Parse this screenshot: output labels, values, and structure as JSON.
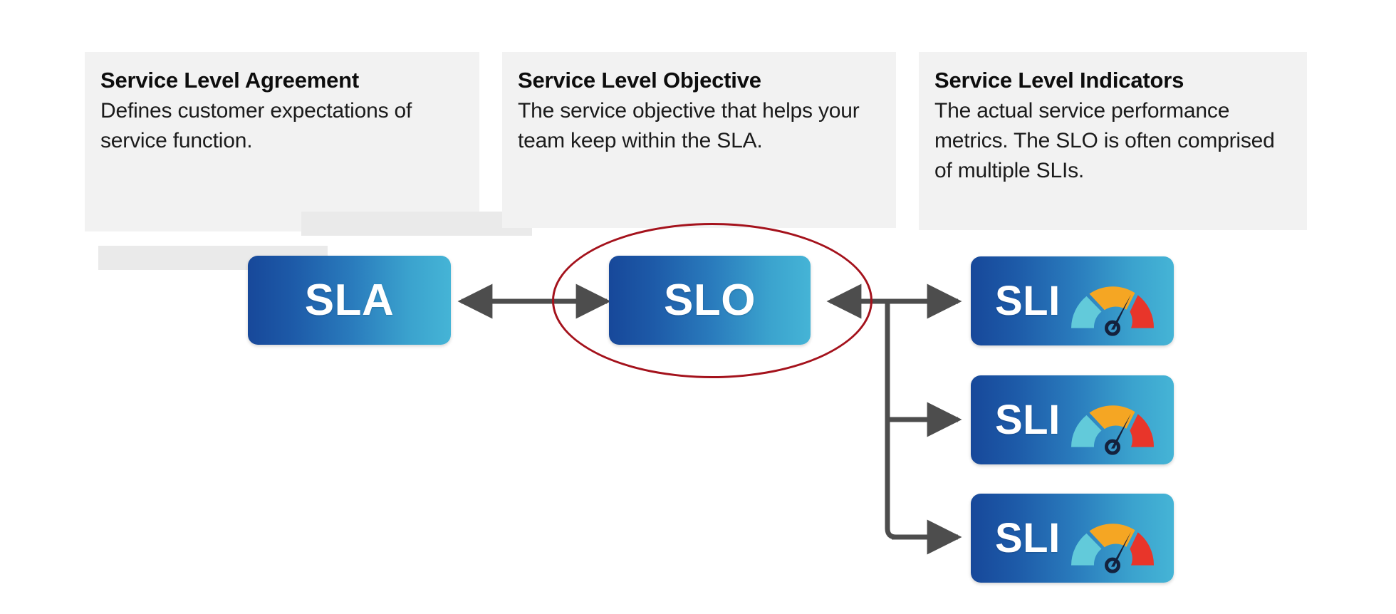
{
  "page": {
    "background": "#ffffff",
    "title": "SLA SLO SLI relationship diagram"
  },
  "colors": {
    "card_bg": "#f2f2f2",
    "redact_bg": "#eaeaea",
    "node_gradient_start": "#17489a",
    "node_gradient_end": "#45b4d6",
    "node_text": "#ffffff",
    "connector": "#4d4d4d",
    "highlight_ellipse": "#a4121c",
    "gauge_low": "#62cada",
    "gauge_mid": "#f5a623",
    "gauge_high": "#e8352a",
    "gauge_needle": "#14213d"
  },
  "cards": [
    {
      "id": "sla",
      "title": "Service Level Agreement",
      "body": "Defines customer expectations of service function.",
      "has_redactions": true
    },
    {
      "id": "slo",
      "title": "Service Level Objective",
      "body": "The service objective that helps your team keep within the SLA.",
      "has_redactions": false
    },
    {
      "id": "sli",
      "title": "Service Level Indicators",
      "body": "The actual service performance metrics. The SLO is often comprised of multiple SLIs.",
      "has_redactions": false
    }
  ],
  "nodes": {
    "sla": {
      "label": "SLA"
    },
    "slo": {
      "label": "SLO"
    },
    "sli_1": {
      "label": "SLI",
      "icon": "gauge-icon"
    },
    "sli_2": {
      "label": "SLI",
      "icon": "gauge-icon"
    },
    "sli_3": {
      "label": "SLI",
      "icon": "gauge-icon"
    }
  },
  "connectors": [
    {
      "id": "sla-slo",
      "kind": "double-arrow",
      "from": "sla",
      "to": "slo"
    },
    {
      "id": "slo-sli-1",
      "kind": "arrow",
      "from": "slo",
      "to": "sli_1"
    },
    {
      "id": "slo-sli-2",
      "kind": "arrow",
      "from": "slo",
      "to": "sli_2"
    },
    {
      "id": "slo-sli-3",
      "kind": "arrow",
      "from": "slo",
      "to": "sli_3"
    }
  ],
  "annotation": {
    "id": "slo-highlight",
    "shape": "ellipse",
    "target": "slo",
    "color": "#a4121c"
  }
}
